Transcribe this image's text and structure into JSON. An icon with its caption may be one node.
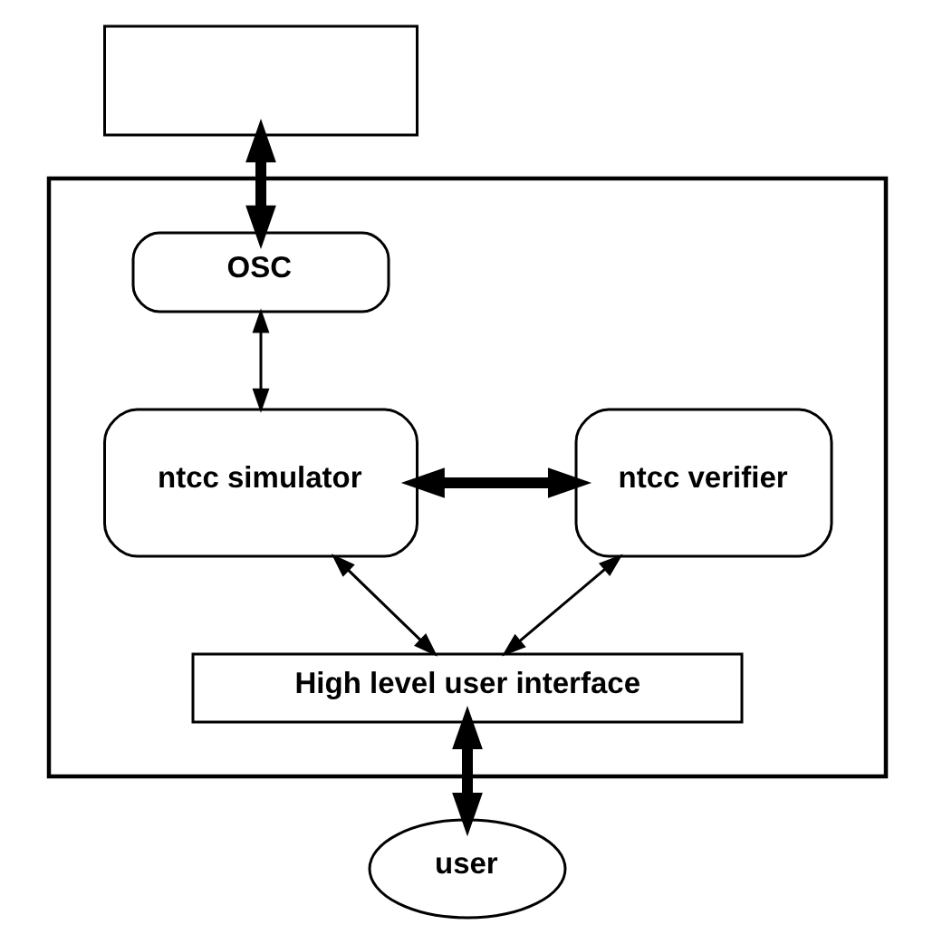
{
  "diagram": {
    "nodes": [
      {
        "text": [],
        "shape": "box"
      },
      {
        "text": [],
        "shape": "box"
      },
      {
        "text": [
          "OSC"
        ],
        "in": 1
      },
      {
        "text": [
          "ntcc simulator"
        ],
        "in": 1
      },
      {
        "text": [
          "ntcc verifier"
        ],
        "in": 1
      },
      {
        "text": [
          "High level user interface"
        ],
        "in": 1
      },
      {
        "text": [
          "user"
        ]
      }
    ],
    "edges": [
      {
        "from": 0,
        "to": 2,
        "arrow": "both",
        "style": "thick"
      },
      {
        "from": 2,
        "to": 3,
        "arrow": "both"
      },
      {
        "from": 3,
        "to": 4,
        "arrow": "both",
        "style": "thick"
      },
      {
        "from": 3,
        "to": 5,
        "arrow": "both"
      },
      {
        "from": 4,
        "to": 5,
        "arrow": "both"
      },
      {
        "from": 5,
        "to": 6,
        "arrow": "both",
        "style": "thick"
      }
    ]
  }
}
